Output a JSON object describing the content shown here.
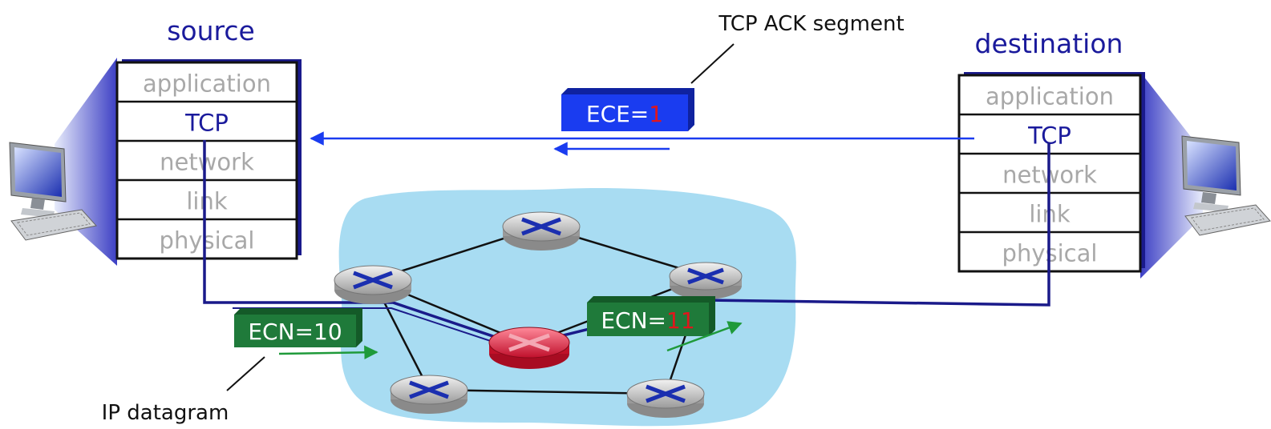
{
  "source": {
    "title": "source",
    "layers": [
      "application",
      "TCP",
      "network",
      "link",
      "physical"
    ]
  },
  "destination": {
    "title": "destination",
    "layers": [
      "application",
      "TCP",
      "network",
      "link",
      "physical"
    ]
  },
  "ack_label": "TCP ACK segment",
  "ack_box": {
    "prefix": "ECE=",
    "bit": "1"
  },
  "ecn_left": {
    "text": "ECN=10"
  },
  "ecn_right": {
    "prefix": "ECN=",
    "bits": "11"
  },
  "datagram_label": "IP datagram",
  "colors": {
    "title_blue": "#1a1a9c",
    "tcp_blue": "#1a1a9c",
    "layer_gray": "#a8a8a8",
    "path_blue": "#1a1a8a",
    "ack_box": "#1a3cf0",
    "ecn_box": "#1f7a3a",
    "red_bits": "#e0161c",
    "cloud": "#a8dcf2",
    "congested_router": "#e8304a"
  }
}
